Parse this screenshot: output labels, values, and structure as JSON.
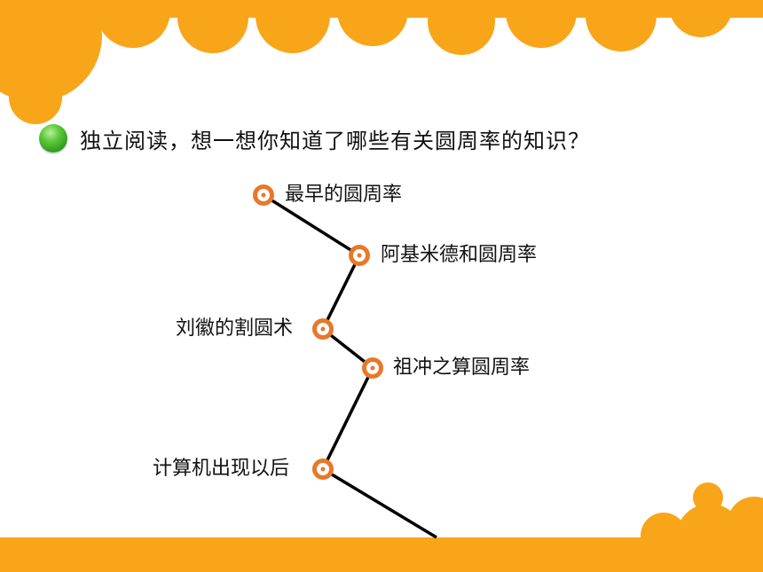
{
  "heading": {
    "text": "独立阅读，想一想你知道了哪些有关圆周率的知识？"
  },
  "timeline": {
    "items": [
      {
        "label": "最早的圆周率"
      },
      {
        "label": "阿基米德和圆周率"
      },
      {
        "label": "刘徽的割圆术"
      },
      {
        "label": "祖冲之算圆周率"
      },
      {
        "label": "计算机出现以后"
      }
    ]
  },
  "colors": {
    "accent": "#f9a51a",
    "node": "#e8782a",
    "line": "#000000",
    "bullet": "#3fb02a"
  }
}
